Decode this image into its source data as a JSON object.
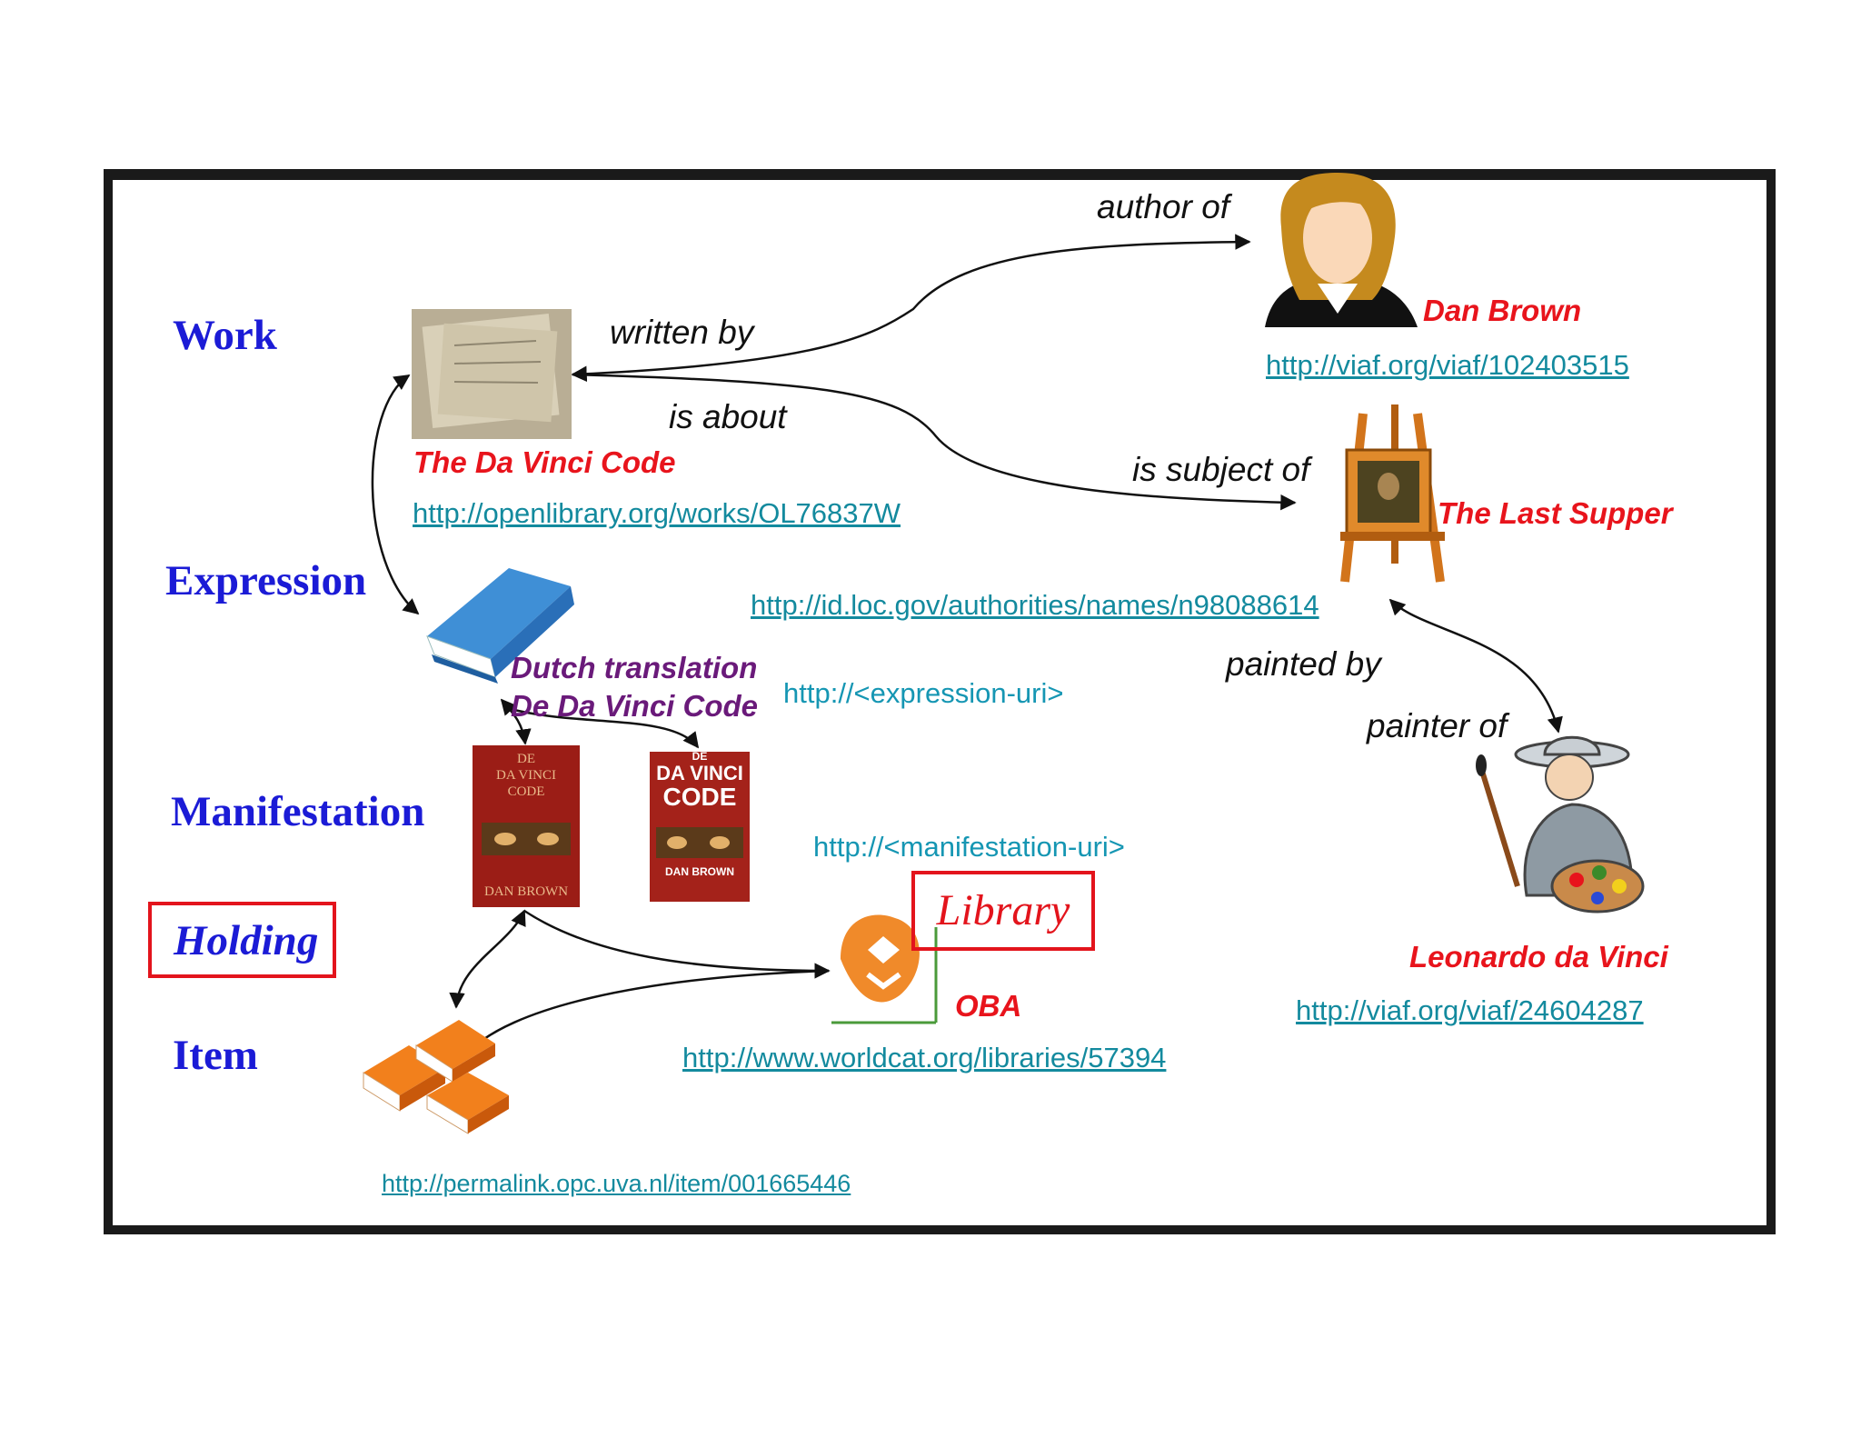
{
  "levels": {
    "work": "Work",
    "expression": "Expression",
    "manifestation": "Manifestation",
    "holding": "Holding",
    "item": "Item"
  },
  "relations": {
    "author_of": "author of",
    "written_by": "written by",
    "is_about": "is about",
    "is_subject_of": "is subject of",
    "painted_by": "painted by",
    "painter_of": "painter of"
  },
  "entities": {
    "work_title": "The Da Vinci Code",
    "work_uri": "http://openlibrary.org/works/OL76837W",
    "author_name": "Dan Brown",
    "author_uri": "http://viaf.org/viaf/102403515",
    "subject_title": "The Last Supper",
    "subject_uri": "http://id.loc.gov/authorities/names/n98088614",
    "expression_line1": "Dutch translation",
    "expression_line2": "De Da Vinci Code",
    "expression_uri": "http://<expression-uri>",
    "manifestation_uri": "http://<manifestation-uri>",
    "library_label": "Library",
    "library_name": "OBA",
    "library_uri": "http://www.worldcat.org/libraries/57394",
    "painter_name": "Leonardo da Vinci",
    "painter_uri": "http://viaf.org/viaf/24604287",
    "item_uri": "http://permalink.opc.uva.nl/item/001665446"
  },
  "book_covers": {
    "cover1_lines": [
      "DE",
      "DA VINCI",
      "CODE",
      "DAN BROWN"
    ],
    "cover2_lines": [
      "DE",
      "DA VINCI",
      "CODE",
      "DAN BROWN"
    ]
  },
  "colors": {
    "level": "#1b1bd6",
    "entity": "#e8141c",
    "expression": "#6a1a7a",
    "uri": "#138a9e",
    "box": "#e3141c"
  }
}
